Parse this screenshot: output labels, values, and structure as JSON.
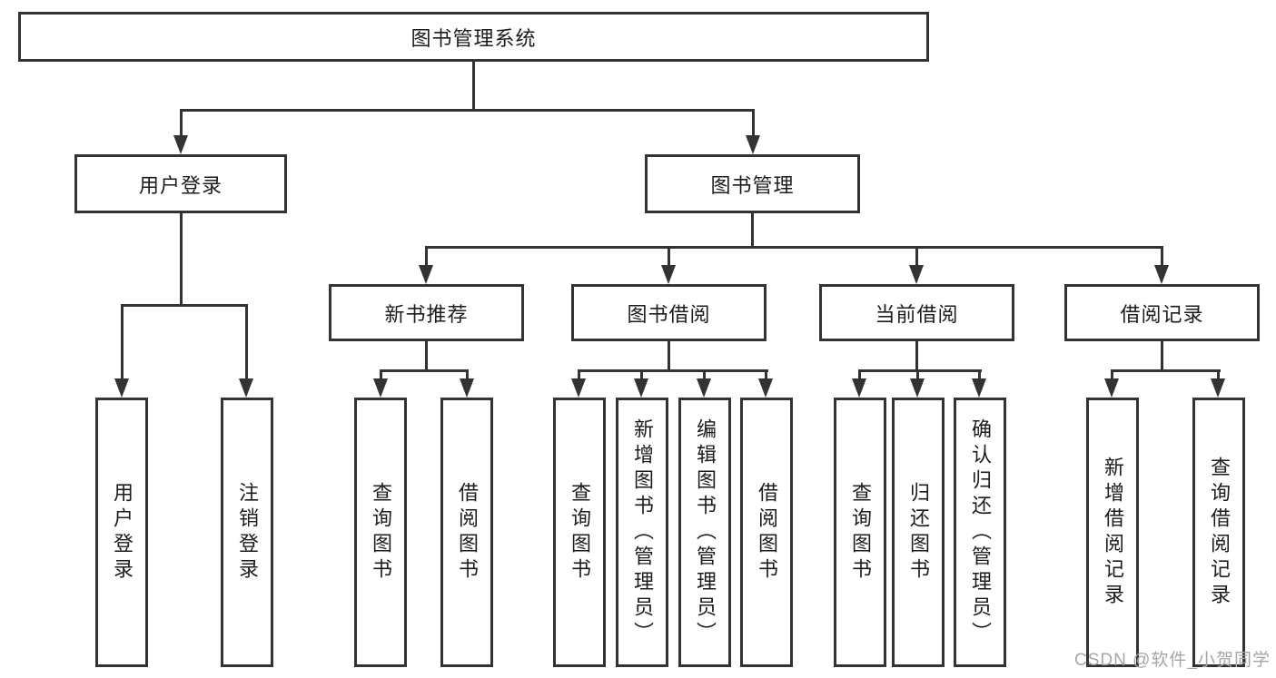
{
  "tree": {
    "root": {
      "label": "图书管理系统"
    },
    "children": [
      {
        "label": "用户登录",
        "children": [
          {
            "label": "用户登录"
          },
          {
            "label": "注销登录"
          }
        ]
      },
      {
        "label": "图书管理",
        "children": [
          {
            "label": "新书推荐",
            "children": [
              {
                "label": "查询图书"
              },
              {
                "label": "借阅图书"
              }
            ]
          },
          {
            "label": "图书借阅",
            "children": [
              {
                "label": "查询图书"
              },
              {
                "label": "新增图书（管理员）"
              },
              {
                "label": "编辑图书（管理员）"
              },
              {
                "label": "借阅图书"
              }
            ]
          },
          {
            "label": "当前借阅",
            "children": [
              {
                "label": "查询图书"
              },
              {
                "label": "归还图书"
              },
              {
                "label": "确认归还（管理员）"
              }
            ]
          },
          {
            "label": "借阅记录",
            "children": [
              {
                "label": "新增借阅记录"
              },
              {
                "label": "查询借阅记录"
              }
            ]
          }
        ]
      }
    ]
  },
  "watermark": {
    "text": "CSDN @软件_小贺同学"
  },
  "colors": {
    "line": "#333333",
    "box_border": "#333333",
    "box_fill": "#ffffff",
    "text": "#1c1c1c",
    "watermark": "#a6a6a6",
    "background": "#ffffff"
  }
}
